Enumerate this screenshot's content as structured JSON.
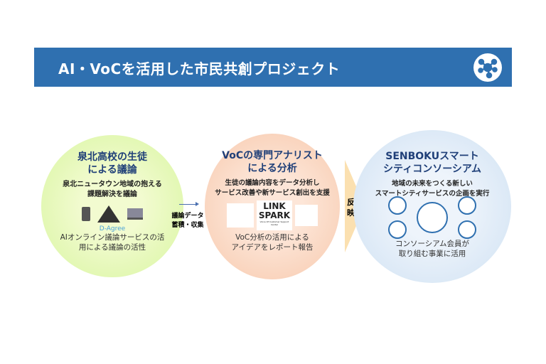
{
  "header": {
    "title": "AI・VoCを活用した市民共創プロジェクト"
  },
  "left": {
    "title1": "泉北高校の生徒",
    "title2": "による議論",
    "sub1": "泉北ニュータウン地域の抱える",
    "sub2": "課題解決を議論",
    "brand": "D-Agree",
    "foot1": "AIオンライン議論サービスの活",
    "foot2": "用による議論の活性"
  },
  "arrow": {
    "l1": "議論データ",
    "l2": "蓄積・収集"
  },
  "middle": {
    "title1": "VoCの専門アナリスト",
    "title2": "による分析",
    "sub1": "生徒の議論内容をデータ分析し",
    "sub2": "サービス改善や新サービス創出を支援",
    "logo1": "LINK",
    "logo2": "SPARK",
    "logo3": "Voice Of Customer Support Center",
    "foot1": "VoC分析の活用による",
    "foot2": "アイデアをレポート報告"
  },
  "chevron": {
    "l1": "反",
    "l2": "映"
  },
  "right": {
    "title1": "SENBOKUスマート",
    "title2": "シティコンソーシアム",
    "sub1": "地域の未来をつくる新しい",
    "sub2": "スマートシティサービスの企画を実行",
    "foot1": "コンソーシアム会員が",
    "foot2": "取り組む事業に活用"
  }
}
